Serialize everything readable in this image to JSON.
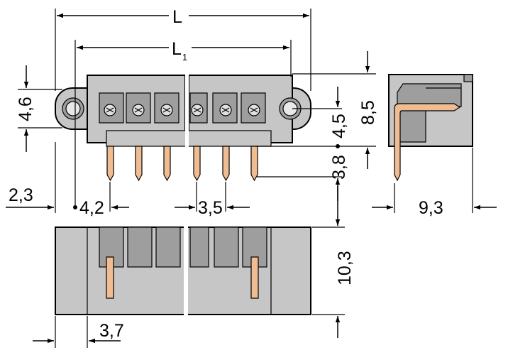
{
  "dimensions": {
    "L": "L",
    "L1_main": "L",
    "L1_sub": "1",
    "d_4_6": "4,6",
    "d_8_5": "8,5",
    "d_4_5": "4,5",
    "d_3_8": "3,8",
    "d_2_3": "2,3",
    "d_4_2": "4,2",
    "d_3_5": "3,5",
    "d_9_3": "9,3",
    "d_10_3": "10,3",
    "d_3_7": "3,7"
  },
  "colors": {
    "housing": "#c6c6c6",
    "housing_dark": "#9e9e9e",
    "pin": "#f0bd92",
    "pin_stroke": "#000000",
    "line": "#000000"
  }
}
